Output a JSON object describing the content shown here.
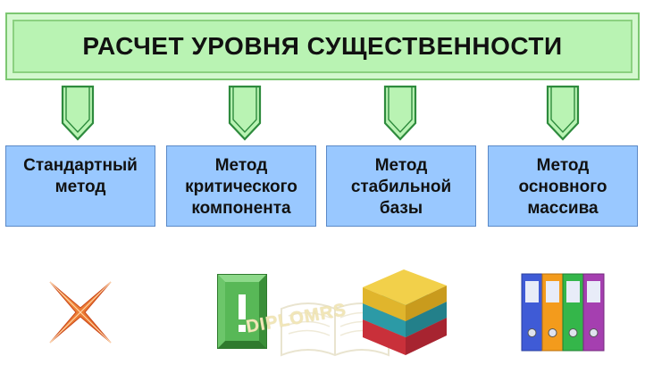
{
  "title": "РАСЧЕТ УРОВНЯ СУЩЕСТВЕННОСТИ",
  "methods": [
    {
      "label": "Стандартный\nметод",
      "icon": "crossed-pencils-icon"
    },
    {
      "label": "Метод\nкритического\nкомпонента",
      "icon": "exclamation-sign-icon"
    },
    {
      "label": "Метод\nстабильной\nбазы",
      "icon": "stacked-blocks-icon"
    },
    {
      "label": "Метод\nосновного\nмассива",
      "icon": "binders-icon"
    }
  ],
  "watermark": "DIPLOMRS",
  "colors": {
    "title_fill": "#b9f3b3",
    "title_border": "#7cc771",
    "method_fill": "#99c8ff",
    "method_border": "#5b89c7",
    "arrow_fill": "#b9f3b3",
    "arrow_stroke": "#2e8b3d"
  }
}
